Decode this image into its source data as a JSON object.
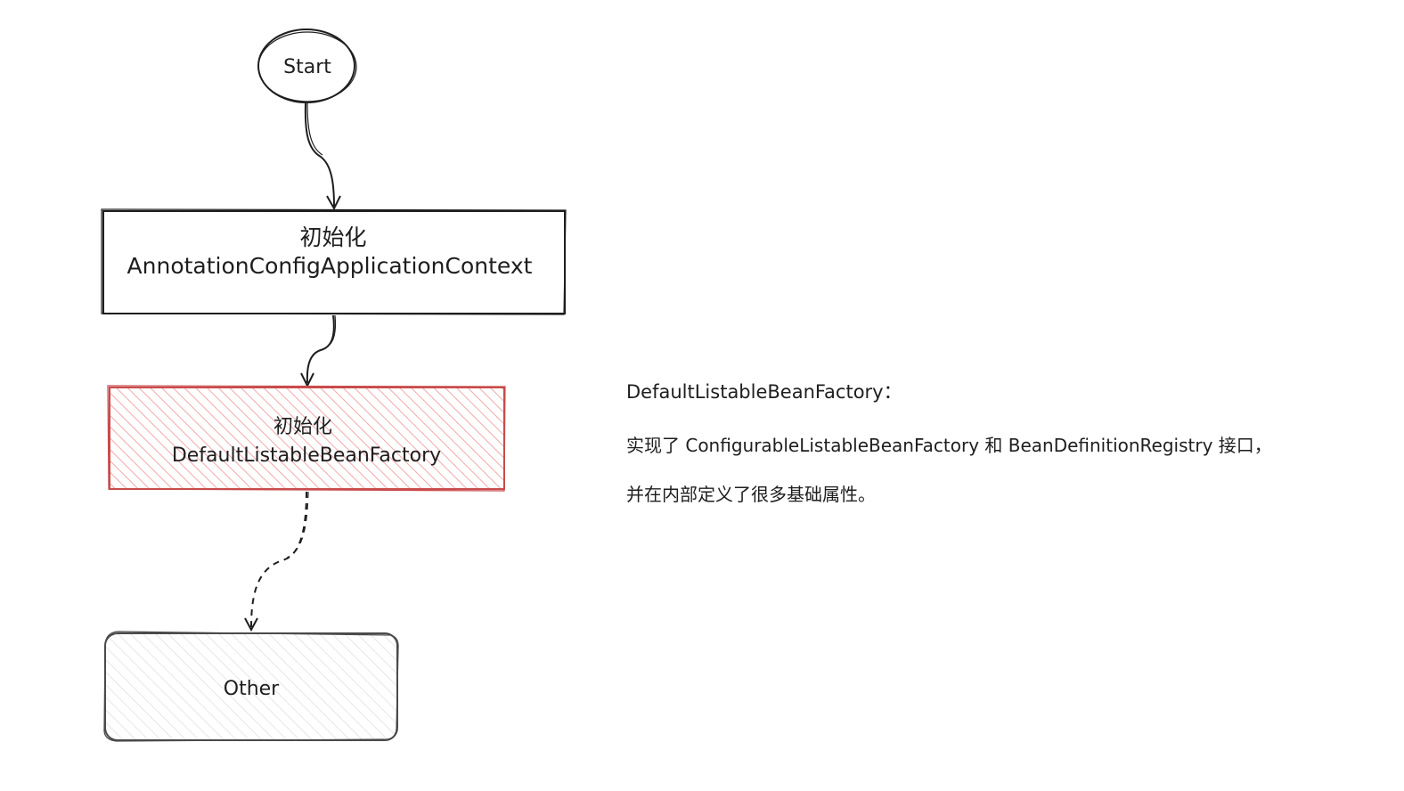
{
  "diagram": {
    "nodes": {
      "start": {
        "label": "Start"
      },
      "init_context": {
        "line1": "初始化",
        "line2": "AnnotationConfigApplicationContext"
      },
      "init_factory": {
        "line1": "初始化",
        "line2": "DefaultListableBeanFactory"
      },
      "other": {
        "label": "Other"
      }
    },
    "edges": [
      {
        "from": "start",
        "to": "init_context",
        "style": "solid"
      },
      {
        "from": "init_context",
        "to": "init_factory",
        "style": "solid"
      },
      {
        "from": "init_factory",
        "to": "other",
        "style": "dashed"
      }
    ],
    "colors": {
      "stroke": "#1e1e1e",
      "highlight_stroke": "#c94b4b",
      "highlight_hatch": "#f2a9a9",
      "muted_hatch": "#d6d6d6",
      "muted_stroke": "#555555"
    }
  },
  "note": {
    "title": "DefaultListableBeanFactory：",
    "line1": "实现了 ConfigurableListableBeanFactory 和 BeanDefinitionRegistry 接口，",
    "line2": "并在内部定义了很多基础属性。"
  }
}
